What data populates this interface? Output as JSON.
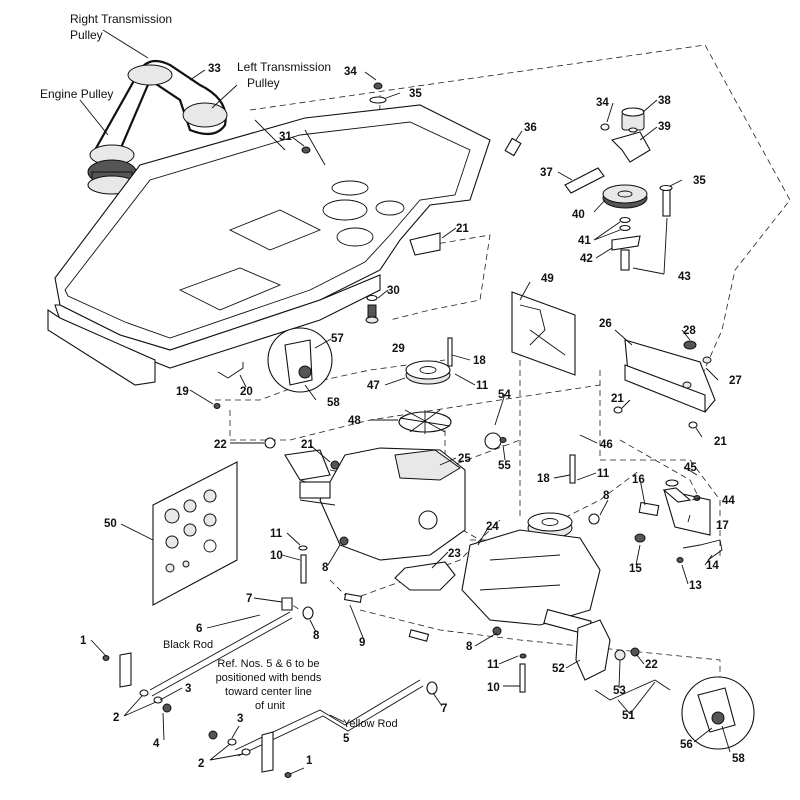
{
  "labels": {
    "right_transmission_pulley": "Right Transmission\nPulley",
    "left_transmission_pulley": "Left Transmission\nPulley",
    "engine_pulley": "Engine Pulley",
    "black_rod": "Black Rod",
    "yellow_rod": "Yellow Rod",
    "note": "Ref. Nos. 5 & 6 to be\npositioned with bends\ntoward center line\nof unit"
  },
  "callouts": {
    "c33": "33",
    "c34a": "34",
    "c35a": "35",
    "c31": "31",
    "c36": "36",
    "c34b": "34",
    "c38": "38",
    "c39": "39",
    "c37": "37",
    "c35b": "35",
    "c40": "40",
    "c41": "41",
    "c42": "42",
    "c43": "43",
    "c21a": "21",
    "c30": "30",
    "c29": "29",
    "c49": "49",
    "c26": "26",
    "c28": "28",
    "c27": "27",
    "c57": "57",
    "c58a": "58",
    "c20": "20",
    "c19": "19",
    "c18a": "18",
    "c47": "47",
    "c11a": "11",
    "c48": "48",
    "c54": "54",
    "c21b": "21",
    "c21c": "21",
    "c46": "46",
    "c22a": "22",
    "c21d": "21",
    "c25": "25",
    "c55": "55",
    "c18b": "18",
    "c11b": "11",
    "c45": "45",
    "c16": "16",
    "c44": "44",
    "c8a": "8",
    "c17": "17",
    "c50": "50",
    "c11c": "11",
    "c24": "24",
    "c10a": "10",
    "c23": "23",
    "c8b": "8",
    "c15": "15",
    "c14": "14",
    "c13": "13",
    "c7a": "7",
    "c6": "6",
    "c8c": "8",
    "c9": "9",
    "c1a": "1",
    "c8d": "8",
    "c11d": "11",
    "c22b": "22",
    "c3a": "3",
    "c10b": "10",
    "c52": "52",
    "c53": "53",
    "c2a": "2",
    "c7b": "7",
    "c4": "4",
    "c51": "51",
    "c3b": "3",
    "c5": "5",
    "c56": "56",
    "c2b": "2",
    "c1b": "1",
    "c58b": "58"
  }
}
